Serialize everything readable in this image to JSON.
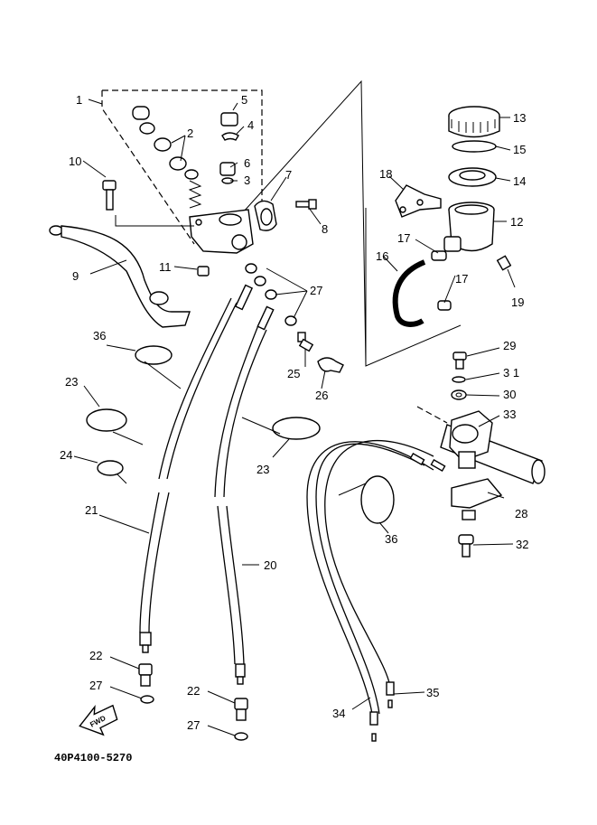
{
  "diagram": {
    "drawing_code": "40P4100-5270",
    "direction_badge": "FWD",
    "callouts": {
      "c1": "1",
      "c2": "2",
      "c3": "3",
      "c4": "4",
      "c5": "5",
      "c6": "6",
      "c7": "7",
      "c8": "8",
      "c9": "9",
      "c10": "10",
      "c11": "11",
      "c12": "12",
      "c13": "13",
      "c14": "14",
      "c15": "15",
      "c16": "16",
      "c17a": "17",
      "c17b": "17",
      "c18": "18",
      "c19": "19",
      "c20": "20",
      "c21": "21",
      "c22a": "22",
      "c22b": "22",
      "c23a": "23",
      "c23b": "23",
      "c24": "24",
      "c25": "25",
      "c26": "26",
      "c27a": "27",
      "c27b": "27",
      "c27c": "27",
      "c28": "28",
      "c29": "29",
      "c30": "30",
      "c31": "3 1",
      "c32": "32",
      "c33": "33",
      "c34": "34",
      "c35": "35",
      "c36a": "36",
      "c36b": "36"
    }
  }
}
